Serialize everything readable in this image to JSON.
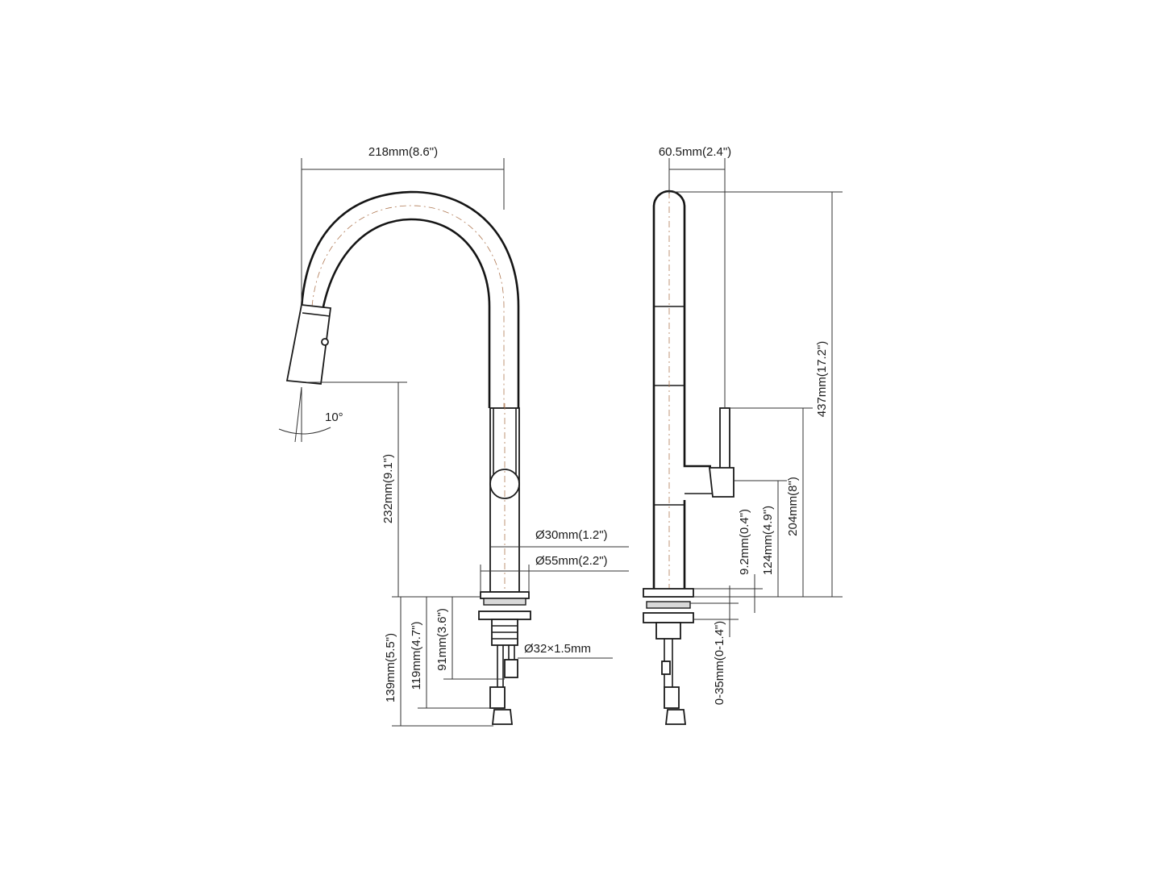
{
  "colors": {
    "line": "#1a1a1a",
    "centerline": "#b07a55",
    "background": "#ffffff"
  },
  "front_view": {
    "reach": "218mm(8.6\")",
    "spout_height": "232mm(9.1\")",
    "spray_angle": "10°",
    "body_diameter": "Ø30mm(1.2\")",
    "base_diameter": "Ø55mm(2.2\")",
    "thread": "Ø32×1.5mm",
    "shank_139": "139mm(5.5\")",
    "shank_119": "119mm(4.7\")",
    "shank_91": "91mm(3.6\")"
  },
  "side_view": {
    "depth": "60.5mm(2.4\")",
    "total_height": "437mm(17.2\")",
    "handle_height": "204mm(8\")",
    "lever_height": "124mm(4.9\")",
    "base_height": "9.2mm(0.4\")",
    "deck_thickness": "0-35mm(0-1.4\")"
  }
}
